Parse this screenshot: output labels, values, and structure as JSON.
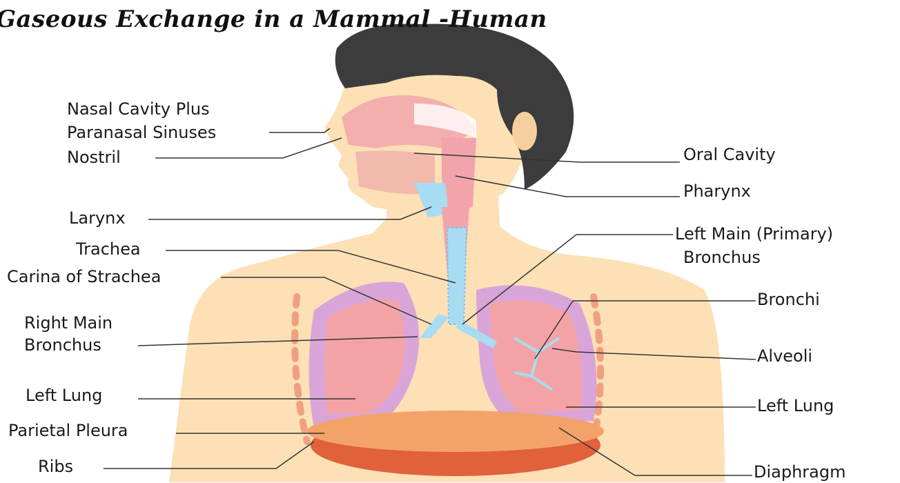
{
  "title": "Gaseous Exchange in a Mammal -Human",
  "labels": {
    "nasal_cavity": "Nasal Cavity Plus",
    "paranasal": "Paranasal Sinuses",
    "nostril": "Nostril",
    "larynx": "Larynx",
    "trachea": "Trachea",
    "carina": "Carina  of Strachea",
    "right_main_1": "Right Main",
    "right_main_2": "Bronchus",
    "left_lung_left": "Left Lung",
    "parietal_pleura": "Parietal Pleura",
    "ribs": "Ribs",
    "oral_cavity": "Oral Cavity",
    "pharynx": "Pharynx",
    "left_main_1": "Left Main (Primary)",
    "left_main_2": "Bronchus",
    "bronchi": "Bronchi",
    "alveoli": "Alveoli",
    "left_lung_right": "Left Lung",
    "diaphragm": "Diaphragm"
  },
  "colors": {
    "skin": "#fde0b6",
    "hair": "#3c3c3c",
    "lung": "#d9a5d8",
    "lung_inner": "#f3a3a6",
    "trachea": "#a7dcf2",
    "diaphragm": "#e0613a",
    "leader_line": "#333333"
  }
}
